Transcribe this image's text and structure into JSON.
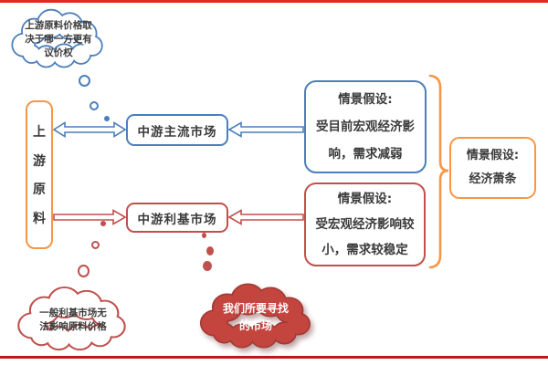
{
  "palette": {
    "blue": "#4c7fbc",
    "red": "#c0504d",
    "orange": "#f79646",
    "text": "#3b3b3b",
    "top_rule_red": "#e02b20",
    "bottom_rule_red": "#c01818",
    "target_cloud_fill": "#c4443e",
    "target_cloud_text": "#ffffff"
  },
  "nodes": {
    "upstream": {
      "label": "上游原料",
      "chars": [
        "上",
        "游",
        "原",
        "料"
      ]
    },
    "mainstream": {
      "label": "中游主流市场"
    },
    "niche": {
      "label": "中游利基市场"
    },
    "scenario_mainstream": {
      "label": "情景假设: 受目前宏观经济影响，需求减弱",
      "lines": [
        "情景假设:",
        "受目前宏观经济影",
        "响，需求减弱"
      ]
    },
    "scenario_niche": {
      "label": "情景假设: 受宏观经济影响较小，需求较稳定",
      "lines": [
        "情景假设:",
        "受宏观经济影响较",
        "小，需求较稳定"
      ]
    },
    "scenario_overall": {
      "label": "情景假设: 经济萧条",
      "lines": [
        "情景假设:",
        "经济萧条"
      ]
    }
  },
  "clouds": {
    "bargaining": {
      "label": "上游原料价格取决于哪一方更有议价权",
      "lines": [
        "上游原料价格取",
        "决于哪一方更有",
        "议价权"
      ]
    },
    "no_influence": {
      "label": "一般利基市场无法影响原料价格",
      "lines": [
        "一般利基市场无",
        "法影响原料价格"
      ]
    },
    "target": {
      "label": "我们所要寻找的市场",
      "lines": [
        "我们所要寻找",
        "的市场"
      ]
    }
  }
}
